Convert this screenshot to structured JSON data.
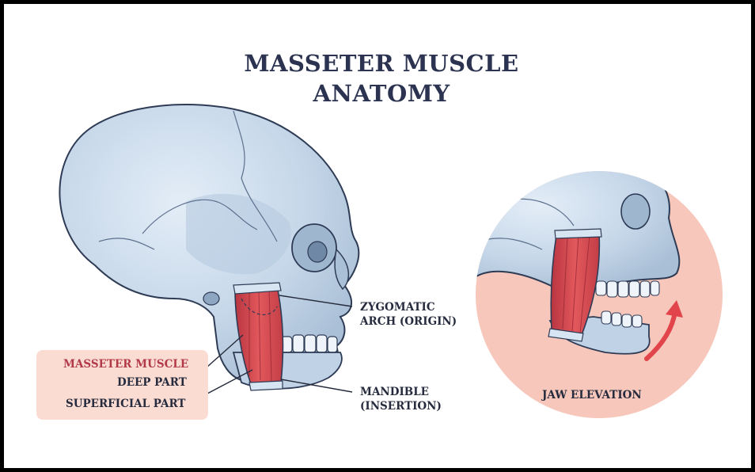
{
  "title": {
    "line1": "MASSETER MUSCLE",
    "line2": "ANATOMY"
  },
  "labels": {
    "zygomatic_line1": "ZYGOMATIC",
    "zygomatic_line2": "ARCH (ORIGIN)",
    "mandible_line1": "MANDIBLE",
    "mandible_line2": "(INSERTION)",
    "jaw_elevation": "JAW ELEVATION"
  },
  "legend": {
    "title": "MASSETER MUSCLE",
    "deep": "DEEP PART",
    "superficial": "SUPERFICIAL PART"
  },
  "colors": {
    "title": "#2b3350",
    "bone": "#c9d9ea",
    "muscle": "#d94a4f",
    "legend_bg": "#fbdcd3",
    "circle_bg": "#f7c7bb",
    "arrow": "#e2444b",
    "frame": "#000000"
  }
}
